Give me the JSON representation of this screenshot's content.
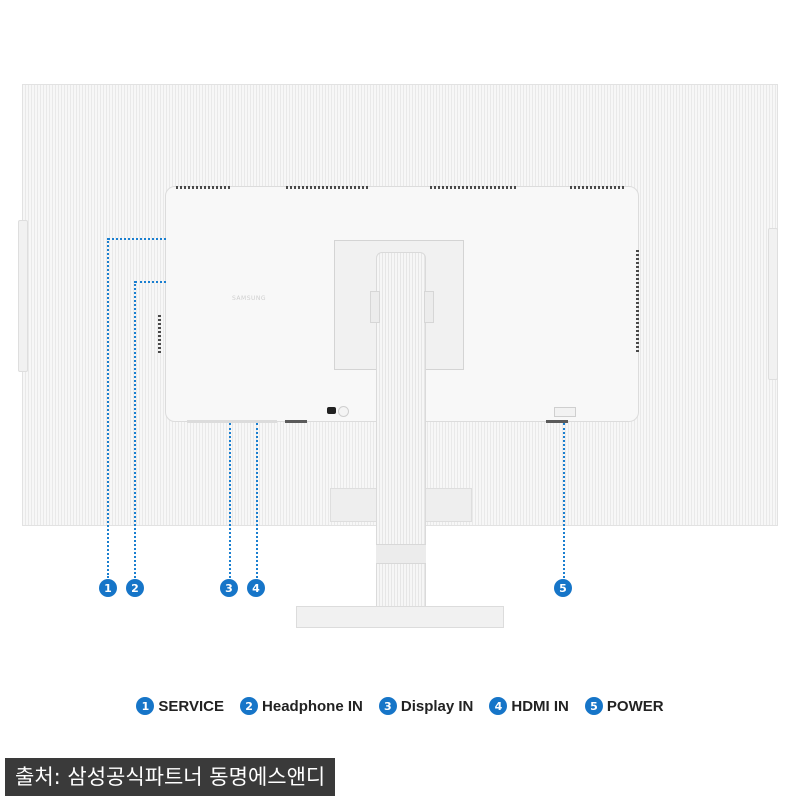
{
  "brand": "SAMSUNG",
  "ports": [
    {
      "num": "1",
      "label": "SERVICE"
    },
    {
      "num": "2",
      "label": "Headphone IN"
    },
    {
      "num": "3",
      "label": "Display IN"
    },
    {
      "num": "4",
      "label": "HDMI IN"
    },
    {
      "num": "5",
      "label": "POWER"
    }
  ],
  "caption": "출처: 삼성공식파트너 동명에스앤디",
  "colors": {
    "accent": "#1675c8",
    "caption_bg": "#3a3a3a"
  }
}
